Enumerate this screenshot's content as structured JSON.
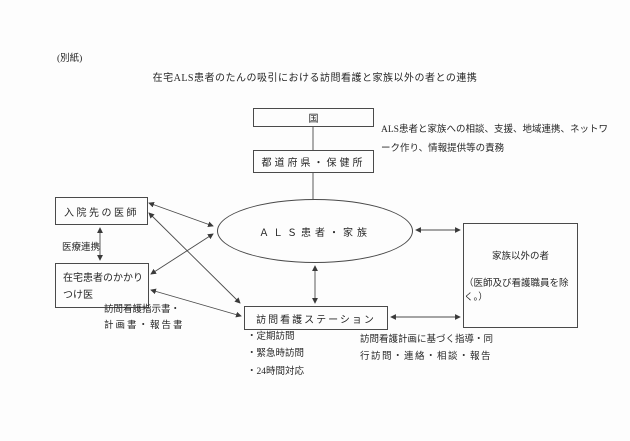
{
  "header": {
    "note": "(別紙)",
    "title": "在宅ALS患者のたんの吸引における訪問看護と家族以外の者との連携"
  },
  "nodes": {
    "national": "国",
    "prefecture_health_center": "都道府県・保健所",
    "als_patient_family": "ＡＬＳ患者・家族",
    "hospital_doctor": "入院先の医師",
    "home_doctor_line1": "在宅患者のかかり",
    "home_doctor_line2": "つけ医",
    "nursing_station": "訪問看護ステーション",
    "non_family_line1": "家族以外の者",
    "non_family_line2": "（医師及び看護職員を除く。）"
  },
  "annotations": {
    "national_duty_line1": "ALS患者と家族への相談、支援、地域連携、ネットワ",
    "national_duty_line2": "ーク作り、情報提供等の責務",
    "medical_cooperation": "医療連携",
    "nursing_docs_line1": "訪問看護指示書・",
    "nursing_docs_line2": "計画書・報告書",
    "station_service_1": "・定期訪問",
    "station_service_2": "・緊急時訪問",
    "station_service_3": "・24時間対応",
    "guidance_line1": "訪問看護計画に基づく指導・同",
    "guidance_line2": "行訪問・連絡・相談・報告"
  },
  "colors": {
    "line": "#4a4a4a",
    "text": "#262626",
    "background": "#fdfdfd"
  }
}
